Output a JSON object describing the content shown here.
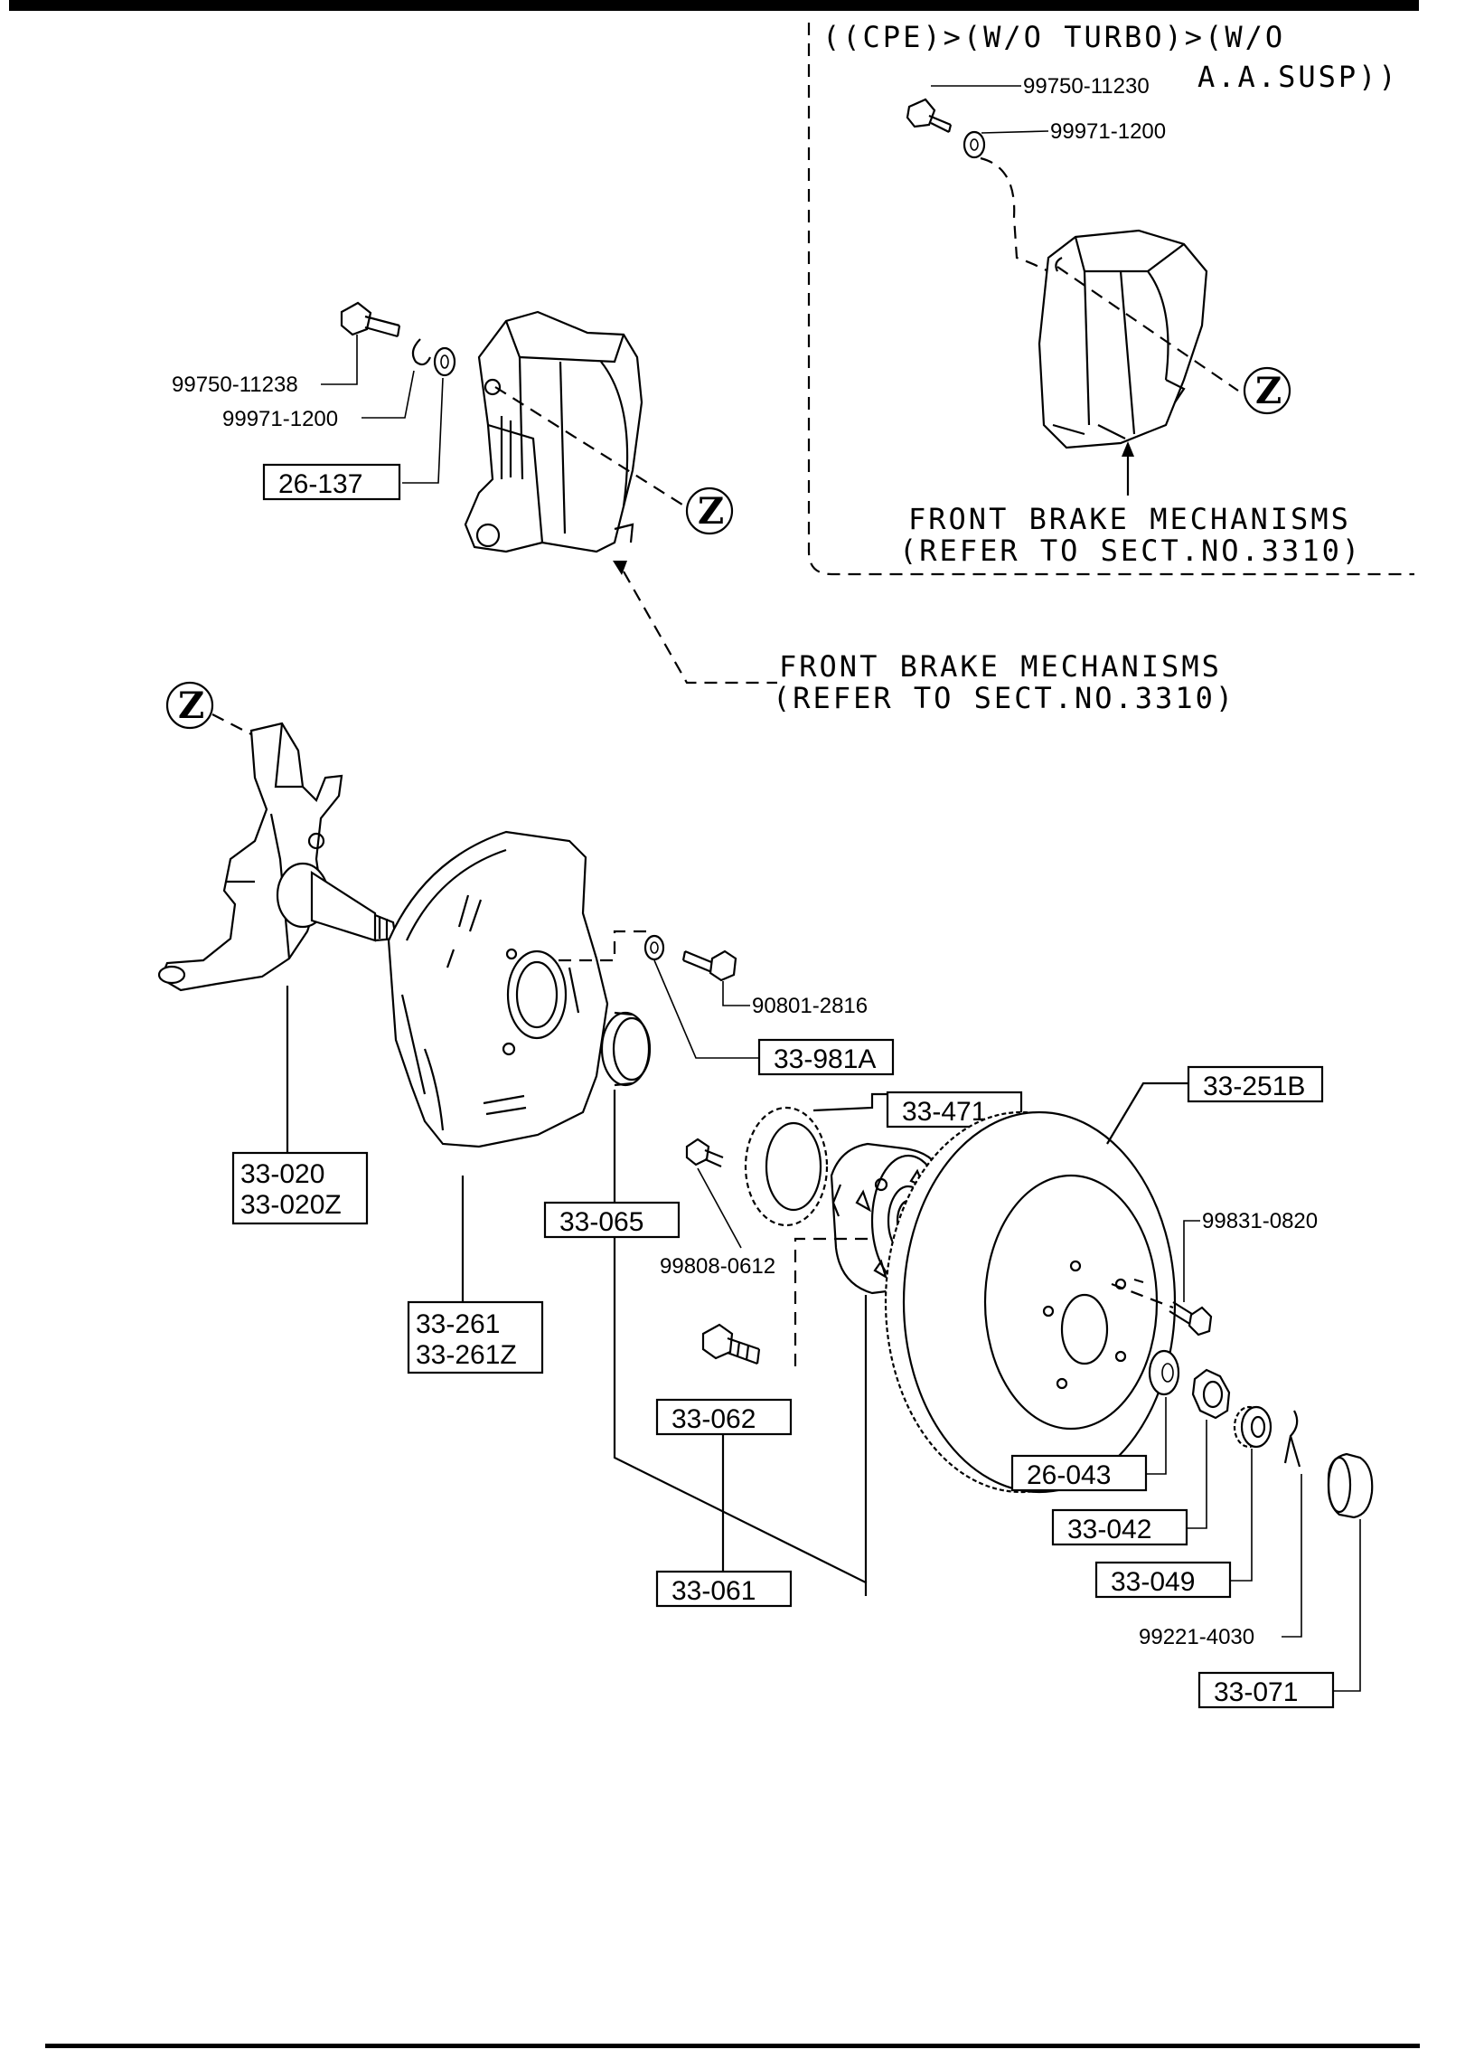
{
  "inset": {
    "condition_line1": "((CPE)>(W/O TURBO)>(W/O",
    "condition_line2": "A.A.SUSP))",
    "part_bolt": "99750-11230",
    "part_washer": "99971-1200",
    "ref_line1": "FRONT BRAKE MECHANISMS",
    "ref_line2": "(REFER TO SECT.NO.3310)",
    "marker": "Z"
  },
  "main": {
    "marker": "Z",
    "ref_line1": "FRONT BRAKE MECHANISMS",
    "ref_line2": "(REFER TO SECT.NO.3310)",
    "small_labels": {
      "caliper_bolt": "99750-11238",
      "caliper_washer": "99971-1200",
      "shield_bolt": "90801-2816",
      "abs_bolt": "99808-0612",
      "rotor_bolt": "99831-0820",
      "cotter_pin": "99221-4030"
    },
    "boxed_labels": {
      "caliper_plate": "26-137",
      "knuckle_line1": "33-020",
      "knuckle_line2": "33-020Z",
      "dust_shield_line1": "33-261",
      "dust_shield_line2": "33-261Z",
      "oil_seal": "33-065",
      "shield_washer": "33-981A",
      "abs_ring": "33-471",
      "rotor": "33-251B",
      "hub_bolt": "33-062",
      "hub_assy": "33-061",
      "washer": "26-043",
      "nut": "33-042",
      "lock_nut": "33-049",
      "grease_cap": "33-071"
    }
  }
}
